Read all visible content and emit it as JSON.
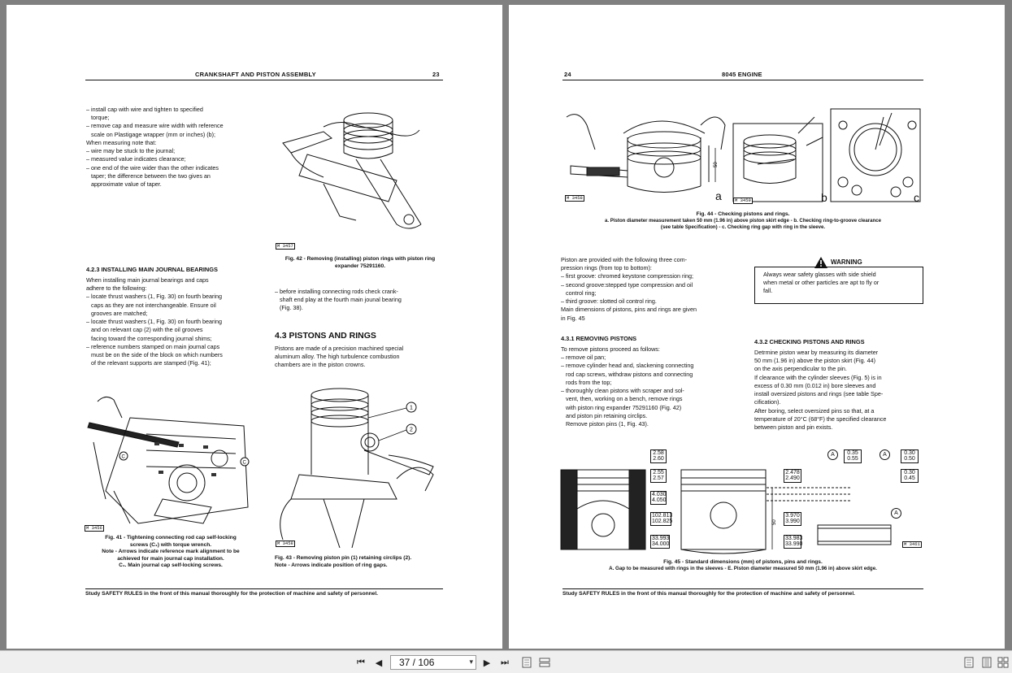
{
  "left_page": {
    "header_title": "CRANKSHAFT AND PISTON ASSEMBLY",
    "page_number": "23",
    "intro_lines": [
      "– install cap with wire and tighten to specified",
      "   torque;",
      "– remove cap and measure wire width with reference",
      "   scale on Plastigage wrapper (mm or inches) (b);",
      "When measuring note that:",
      "– wire may be stuck to the journal;",
      "– measured value indicates clearance;",
      "– one end of the wire wider than the other indicates",
      "   taper; the difference between the two gives an",
      "   approximate value of taper."
    ],
    "fig42_ref": "M 3457",
    "fig42_caption": "Fig. 42 - Removing (installing) piston rings with piston ring expander 75291160.",
    "s423_heading": "4.2.3 INSTALLING MAIN JOURNAL BEARINGS",
    "s423_lines": [
      "When installing main journal bearings and caps",
      "adhere to the following:",
      "– locate thrust washers (1, Fig. 30) on fourth bearing",
      "   caps as they are not interchangeable. Ensure oil",
      "   grooves are matched;",
      "– locate thrust washers (1, Fig. 30) on fourth bearing",
      "   and on relevant cap (2) with the oil grooves",
      "   facing toward the corresponding journal shims;",
      "– reference numbers stamped on main journal caps",
      "   must be on the side of the block on which numbers",
      "   of the relevant supports are stamped (Fig. 41);"
    ],
    "crank_lines": [
      "– before installing connecting rods check crank-",
      "   shaft end play at the fourth main jounal bearing",
      "   (Fig. 38)."
    ],
    "s43_heading": "4.3 PISTONS AND RINGS",
    "s43_lines": [
      "Pistons are made of a precision machined special",
      "aluminum alloy. The high turbulence combustion",
      "chambers are in the piston crowns."
    ],
    "fig41_ref": "M 3456",
    "fig41_caption_lines": [
      "Fig. 41 - Tightening connecting rod cap self-locking",
      "screws (C₁) with torque wrench.",
      "Note - Arrows indicate reference mark alignment to be",
      "achieved for main journal cap installation.",
      "C₁. Main journal cap self-locking screws."
    ],
    "fig43_ref": "M 3458",
    "fig43_caption_lines": [
      "Fig. 43 - Removing piston pin (1) retaining circlips (2).",
      "Note - Arrows indicate position of ring gaps."
    ],
    "fig41_callouts": [
      "C",
      "C"
    ],
    "fig43_callouts": [
      "1",
      "2"
    ],
    "footer": "Study SAFETY RULES in the front of this manual thoroughly for the protection of machine and safety of personnel."
  },
  "right_page": {
    "page_number": "24",
    "header_title": "8045 ENGINE",
    "fig44_refs": [
      "M 3458",
      "M 3459"
    ],
    "fig44_panel_labels": [
      "a",
      "b",
      "c"
    ],
    "fig44_dim": "50",
    "fig44_caption_title": "Fig. 44 - Checking pistons and rings.",
    "fig44_caption_lines": [
      "a. Piston diameter measurement taken 50 mm (1.96 in) above piston skirt edge - b. Checking ring-to-groove clearance",
      "(see table Specification) - c. Checking ring gap with ring in the sleeve."
    ],
    "rings_intro_lines": [
      "Piston are provided with the following three com-",
      "pression rings (from top to bottom):",
      "– first groove: chromed keystone compression ring;",
      "– second groove:stepped type compression and oil",
      "   control ring;",
      "– third groove: slotted oil control ring.",
      "Main dimensions of pistons, pins and rings are given",
      "in Fig. 45"
    ],
    "warning_title": "WARNING",
    "warning_lines": [
      "Always wear safety glasses with side shield",
      "when metal or other particles are apt to fly or",
      "fall."
    ],
    "s431_heading": "4.3.1 REMOVING PISTONS",
    "s431_lines": [
      "To remove pistons proceed as follows:",
      "– remove oil pan;",
      "– remove cylinder head and, slackening connecting",
      "   rod cap screws, withdraw pistons and connecting",
      "   rods from the top;",
      "– thoroughly clean pistons with scraper and sol-",
      "   vent, then, working on a bench, remove rings",
      "   with piston ring expander 75291160 (Fig. 42)",
      "   and piston pin retaining circlips.",
      "   Remove piston pins (1, Fig. 43)."
    ],
    "s432_heading": "4.3.2 CHECKING PISTONS AND RINGS",
    "s432_lines": [
      "Detrmine piston wear by measuring its diameter",
      "50 mm (1.96 in) above the piston skirt (Fig. 44)",
      "on the axis perpendicular to the pin.",
      "If clearance with the cylinder sleeves (Fig. 5) is in",
      "excess of 0.30 mm (0.012 in) bore sleeves and",
      "install oversized pistons and rings (see table Spe-",
      "cification).",
      "After boring, select oversized pins so that, at a",
      "temperature of 20°C (68°F) the specified clearance",
      "between piston and pin exists."
    ],
    "fig45": {
      "dims_left": [
        "2.58\n2.60",
        "2.55\n2.57",
        "4.030\n4.050",
        "102.813\n102.825",
        "33.993\n34.000"
      ],
      "dims_ring": [
        "2.478\n2.490"
      ],
      "dims_pin": [
        "3.970\n3.990",
        "33.983\n33.990"
      ],
      "dims_gap": [
        "0.35\n0.55",
        "0.30\n0.50",
        "0.30\n0.45"
      ],
      "dim_50": "50",
      "markers": [
        "A",
        "A",
        "A"
      ],
      "ref": "M 3461",
      "caption_title": "Fig. 45 - Standard dimensions (mm) of pistons, pins and rings.",
      "caption_line": "A. Gap to be measured with rings in the sleeves - E. Piston diameter measured 50 mm (1.96 in) above skirt edge."
    },
    "footer": "Study SAFETY RULES in the front of this manual thoroughly for the protection of machine and safety of personnel."
  },
  "toolbar": {
    "page_indicator": "37 / 106",
    "first_glyph": "⏮",
    "prev_glyph": "◀",
    "next_glyph": "▶",
    "last_glyph": "⏭",
    "icons": [
      "first-page-icon",
      "prev-page-icon",
      "next-page-icon",
      "last-page-icon",
      "single-page-view-icon",
      "two-page-view-icon",
      "fit-page-icon",
      "fit-width-icon",
      "thumbnail-view-icon"
    ]
  }
}
